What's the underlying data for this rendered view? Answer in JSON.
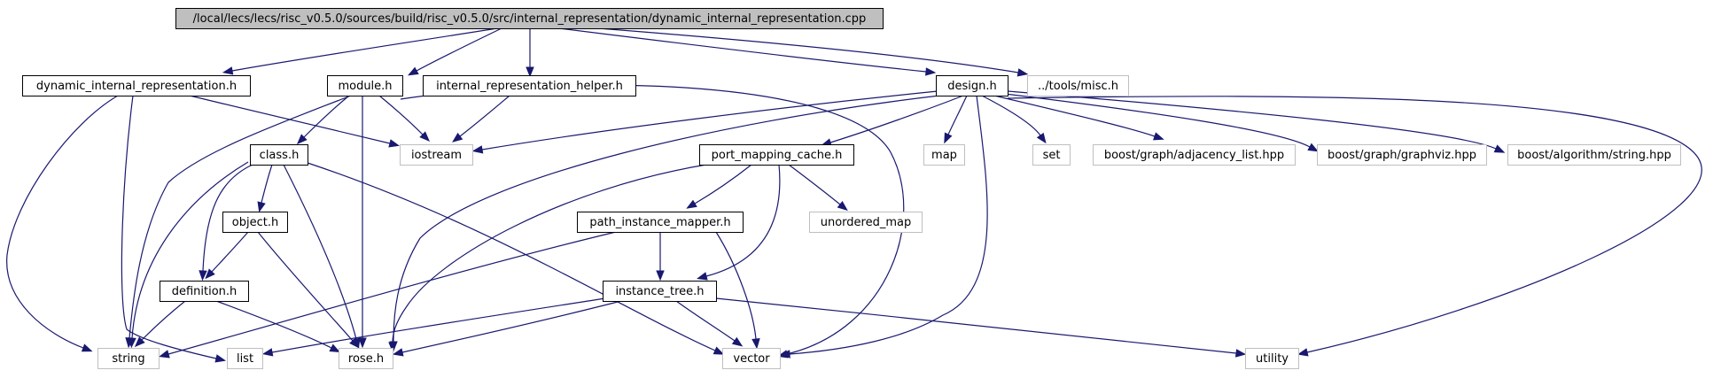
{
  "graph": {
    "colors": {
      "edge": "#191970",
      "root_fill": "#bfbfbf",
      "project_border": "#000000",
      "external_border": "#bfbfbf",
      "external_text": "#000000"
    },
    "nodes": {
      "root": {
        "label": "/local/lecs/lecs/risc_v0.5.0/sources/build/risc_v0.5.0/src/internal_representation/dynamic_internal_representation.cpp",
        "kind": "root"
      },
      "dir_h": {
        "label": "dynamic_internal_representation.h",
        "kind": "project"
      },
      "module_h": {
        "label": "module.h",
        "kind": "project"
      },
      "irh_h": {
        "label": "internal_representation_helper.h",
        "kind": "project"
      },
      "design_h": {
        "label": "design.h",
        "kind": "project"
      },
      "misc_h": {
        "label": "../tools/misc.h",
        "kind": "external"
      },
      "class_h": {
        "label": "class.h",
        "kind": "project"
      },
      "iostream": {
        "label": "iostream",
        "kind": "external"
      },
      "pmc_h": {
        "label": "port_mapping_cache.h",
        "kind": "project"
      },
      "map": {
        "label": "map",
        "kind": "external"
      },
      "set": {
        "label": "set",
        "kind": "external"
      },
      "adj": {
        "label": "boost/graph/adjacency_list.hpp",
        "kind": "external"
      },
      "gviz": {
        "label": "boost/graph/graphviz.hpp",
        "kind": "external"
      },
      "bstr": {
        "label": "boost/algorithm/string.hpp",
        "kind": "external"
      },
      "object_h": {
        "label": "object.h",
        "kind": "project"
      },
      "pim_h": {
        "label": "path_instance_mapper.h",
        "kind": "project"
      },
      "umap": {
        "label": "unordered_map",
        "kind": "external"
      },
      "def_h": {
        "label": "definition.h",
        "kind": "project"
      },
      "it_h": {
        "label": "instance_tree.h",
        "kind": "project"
      },
      "string": {
        "label": "string",
        "kind": "external"
      },
      "list": {
        "label": "list",
        "kind": "external"
      },
      "rose": {
        "label": "rose.h",
        "kind": "external"
      },
      "vector": {
        "label": "vector",
        "kind": "external"
      },
      "utility": {
        "label": "utility",
        "kind": "external"
      }
    },
    "edges": [
      {
        "from": "root",
        "to": "dir_h"
      },
      {
        "from": "root",
        "to": "module_h"
      },
      {
        "from": "root",
        "to": "irh_h"
      },
      {
        "from": "root",
        "to": "design_h"
      },
      {
        "from": "root",
        "to": "misc_h"
      },
      {
        "from": "dir_h",
        "to": "string"
      },
      {
        "from": "dir_h",
        "to": "list"
      },
      {
        "from": "dir_h",
        "to": "iostream"
      },
      {
        "from": "module_h",
        "to": "class_h"
      },
      {
        "from": "module_h",
        "to": "iostream"
      },
      {
        "from": "module_h",
        "to": "string"
      },
      {
        "from": "module_h",
        "to": "rose"
      },
      {
        "from": "module_h",
        "to": "vector"
      },
      {
        "from": "irh_h",
        "to": "iostream"
      },
      {
        "from": "design_h",
        "to": "iostream"
      },
      {
        "from": "design_h",
        "to": "pmc_h"
      },
      {
        "from": "design_h",
        "to": "map"
      },
      {
        "from": "design_h",
        "to": "set"
      },
      {
        "from": "design_h",
        "to": "adj"
      },
      {
        "from": "design_h",
        "to": "gviz"
      },
      {
        "from": "design_h",
        "to": "bstr"
      },
      {
        "from": "design_h",
        "to": "rose"
      },
      {
        "from": "design_h",
        "to": "vector"
      },
      {
        "from": "design_h",
        "to": "utility"
      },
      {
        "from": "class_h",
        "to": "object_h"
      },
      {
        "from": "class_h",
        "to": "def_h"
      },
      {
        "from": "class_h",
        "to": "string"
      },
      {
        "from": "class_h",
        "to": "rose"
      },
      {
        "from": "class_h",
        "to": "vector"
      },
      {
        "from": "object_h",
        "to": "def_h"
      },
      {
        "from": "object_h",
        "to": "rose"
      },
      {
        "from": "def_h",
        "to": "string"
      },
      {
        "from": "def_h",
        "to": "rose"
      },
      {
        "from": "pmc_h",
        "to": "pim_h"
      },
      {
        "from": "pmc_h",
        "to": "umap"
      },
      {
        "from": "pmc_h",
        "to": "it_h"
      },
      {
        "from": "pmc_h",
        "to": "rose"
      },
      {
        "from": "pim_h",
        "to": "it_h"
      },
      {
        "from": "pim_h",
        "to": "string"
      },
      {
        "from": "pim_h",
        "to": "vector"
      },
      {
        "from": "it_h",
        "to": "list"
      },
      {
        "from": "it_h",
        "to": "rose"
      },
      {
        "from": "it_h",
        "to": "vector"
      },
      {
        "from": "it_h",
        "to": "utility"
      }
    ]
  }
}
